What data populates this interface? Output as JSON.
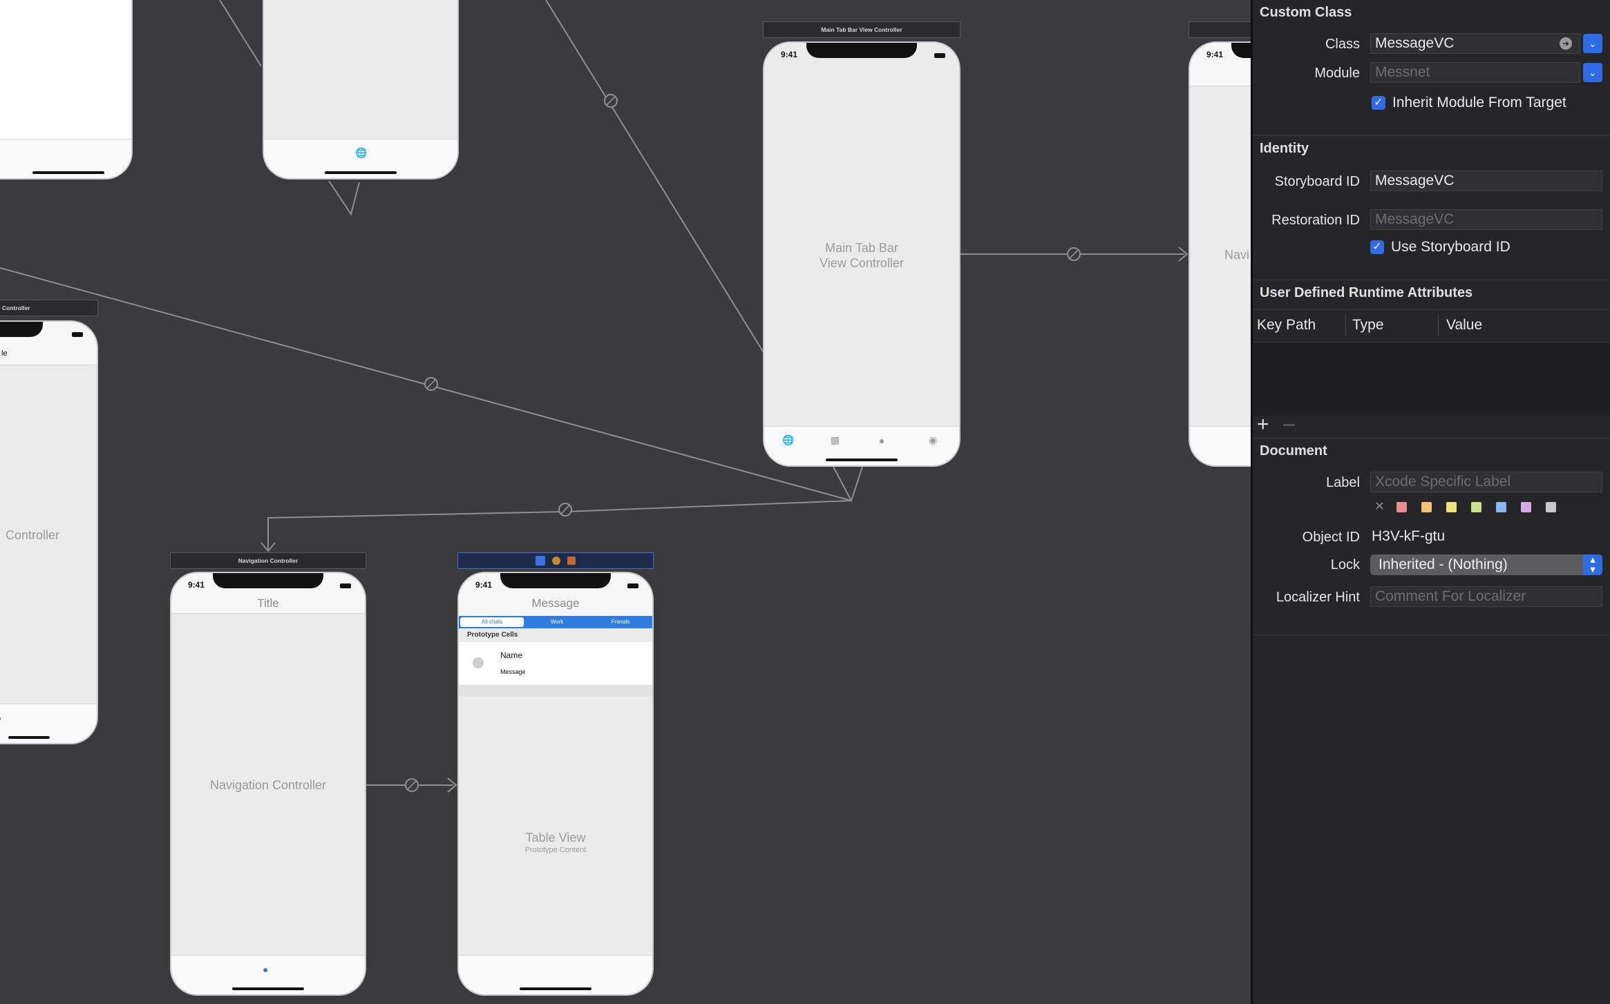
{
  "canvas": {
    "status_time": "9:41",
    "scene_titles": {
      "main_tab_bar": "Main Tab Bar View Controller",
      "navigation": "Navigation Controller",
      "left_nav": "Controller"
    },
    "main_tab_bar_label": {
      "line1": "Main Tab Bar",
      "line2": "View Controller"
    },
    "left_scene_label": "Controller",
    "left_scene_title": "le",
    "right_scene_label": "Navi",
    "nav_controller": {
      "nav_title": "Title",
      "label": "Navigation Controller"
    },
    "message_scene": {
      "nav_title": "Message",
      "segments": [
        "All chats",
        "Work",
        "Friends"
      ],
      "prototype_header": "Prototype Cells",
      "cell_name": "Name",
      "cell_message": "Message",
      "table_view_label": "Table View",
      "table_view_sublabel": "Prototype Content"
    }
  },
  "inspector": {
    "custom_class": {
      "header": "Custom Class",
      "class_label": "Class",
      "class_value": "MessageVC",
      "module_label": "Module",
      "module_placeholder": "Messnet",
      "inherit_label": "Inherit Module From Target",
      "inherit_checked": true
    },
    "identity": {
      "header": "Identity",
      "storyboard_label": "Storyboard ID",
      "storyboard_value": "MessageVC",
      "restoration_label": "Restoration ID",
      "restoration_placeholder": "MessageVC",
      "use_storyboard_label": "Use Storyboard ID",
      "use_storyboard_checked": true
    },
    "runtime_attributes": {
      "header": "User Defined Runtime Attributes",
      "columns": [
        "Key Path",
        "Type",
        "Value"
      ],
      "add_icon": "plus-icon",
      "remove_icon": "minus-icon"
    },
    "document": {
      "header": "Document",
      "label_label": "Label",
      "label_placeholder": "Xcode Specific Label",
      "swatch_colors": [
        "#e8908e",
        "#f0c27a",
        "#f0e27a",
        "#c8e08a",
        "#8ab8f0",
        "#d8a8e8",
        "#c8c8c8"
      ],
      "object_id_label": "Object ID",
      "object_id_value": "H3V-kF-gtu",
      "lock_label": "Lock",
      "lock_value": "Inherited - (Nothing)",
      "localizer_label": "Localizer Hint",
      "localizer_placeholder": "Comment For Localizer"
    },
    "accent_color": "#2e6be6"
  }
}
